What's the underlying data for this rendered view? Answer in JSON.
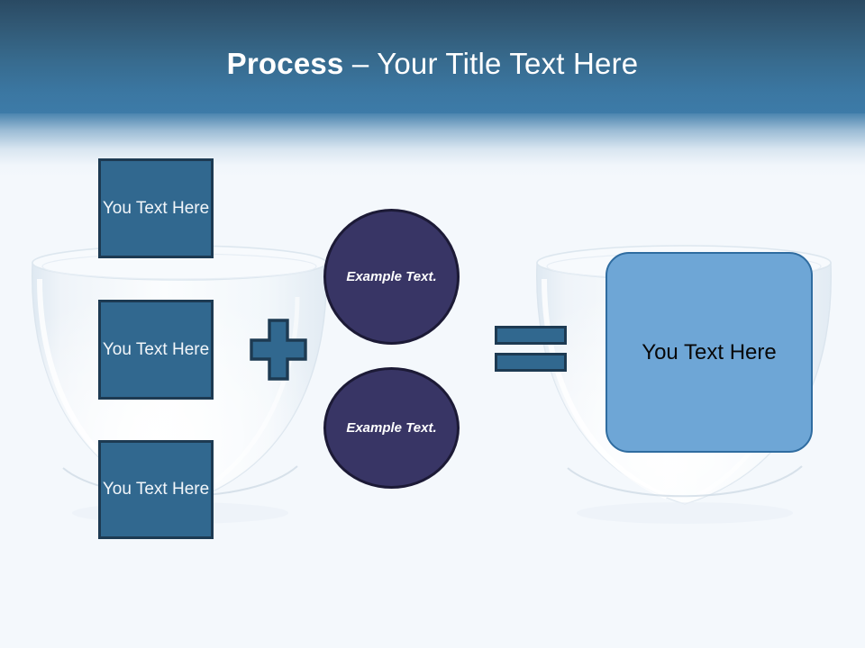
{
  "slide": {
    "title": {
      "strong": "Process",
      "dash": " – ",
      "light": "Your Title Text Here"
    },
    "colors": {
      "header_top": "#2a4a63",
      "header_bottom": "#3d7ba8",
      "background": "#f4f8fc",
      "square_fill": "#31688f",
      "square_border": "#1d3a52",
      "circle_fill": "#383565",
      "circle_border": "#1c1a36",
      "round_box_fill": "#6ea6d6",
      "round_box_border": "#2f6ca0",
      "square_text": "#f2f6fa",
      "round_box_text": "#080808",
      "glass": "#e8eff6"
    },
    "left_group": {
      "squares": [
        {
          "label": "You Text Here"
        },
        {
          "label": "You Text Here"
        },
        {
          "label": "You Text Here"
        }
      ]
    },
    "operators": {
      "plus": "+",
      "equals": "="
    },
    "middle_group": {
      "circles": [
        {
          "label": "Example Text."
        },
        {
          "label": "Example Text."
        }
      ]
    },
    "right_group": {
      "result_box": {
        "label": "You Text Here"
      }
    },
    "containers": {
      "left_bowl": "glass-bowl",
      "right_bowl": "glass-bowl"
    }
  }
}
